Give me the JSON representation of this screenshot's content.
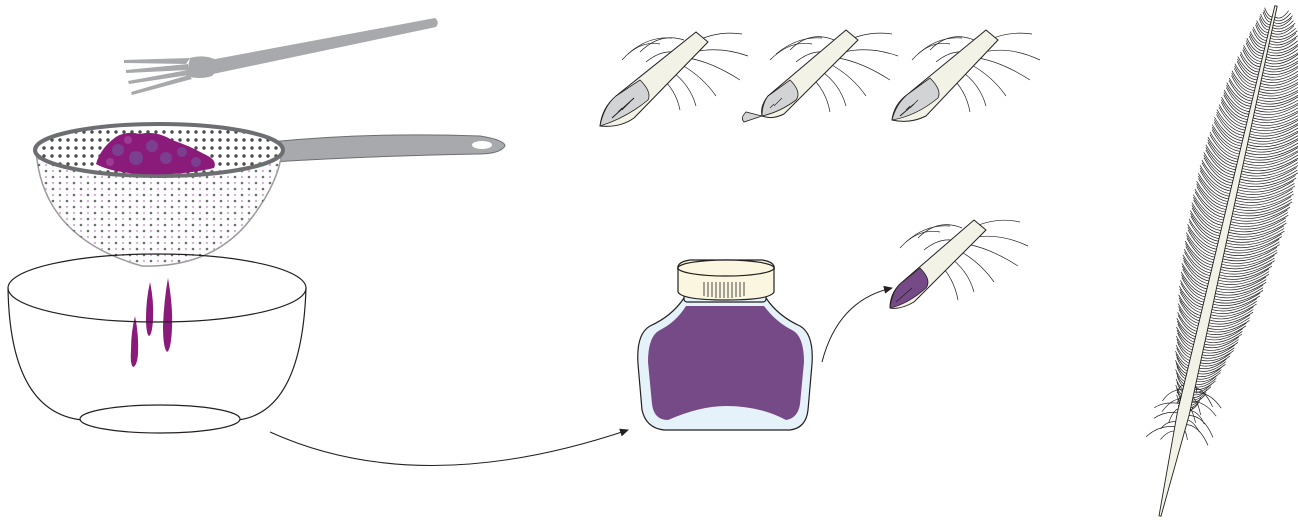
{
  "colors": {
    "ink_purple": "#764a87",
    "berry_magenta": "#8b1b7b",
    "metal_gray": "#a7a9ac",
    "dark_gray": "#6d6e71",
    "quill_cream": "#f3f2e6",
    "jar_glass": "#e6f2fa",
    "jar_lid": "#fbf6df",
    "outline": "#231f20"
  },
  "illustration": {
    "steps": [
      "fork-mashing-berries-in-sieve",
      "juice-dripping-into-bowl",
      "ink-jar",
      "quill-nib-cuts",
      "nib-dipped-in-ink",
      "whole-feather-quill"
    ],
    "nib_cut_count": 3
  }
}
